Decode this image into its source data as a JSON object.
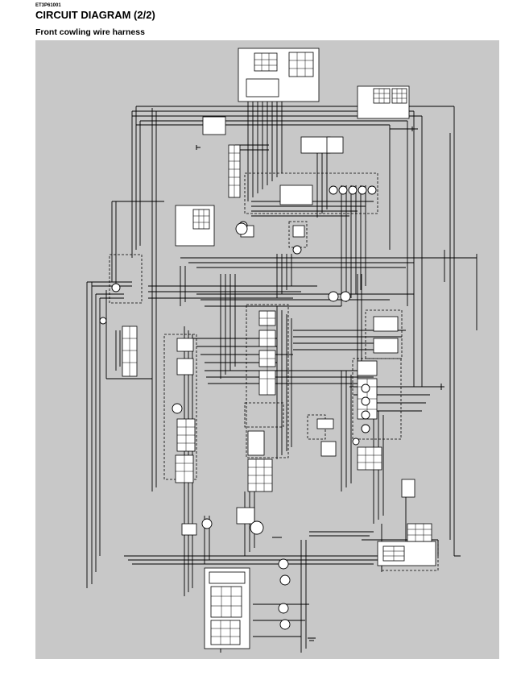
{
  "header": {
    "doc_code": "ET3P61001",
    "title": "CIRCUIT DIAGRAM (2/2)",
    "subtitle": "Front cowling wire harness"
  },
  "diagram": {
    "background_color": "#c8c8c8",
    "wire_color": "#000000",
    "connector_fill": "#ffffff",
    "dashed_group_color": "#000000"
  }
}
